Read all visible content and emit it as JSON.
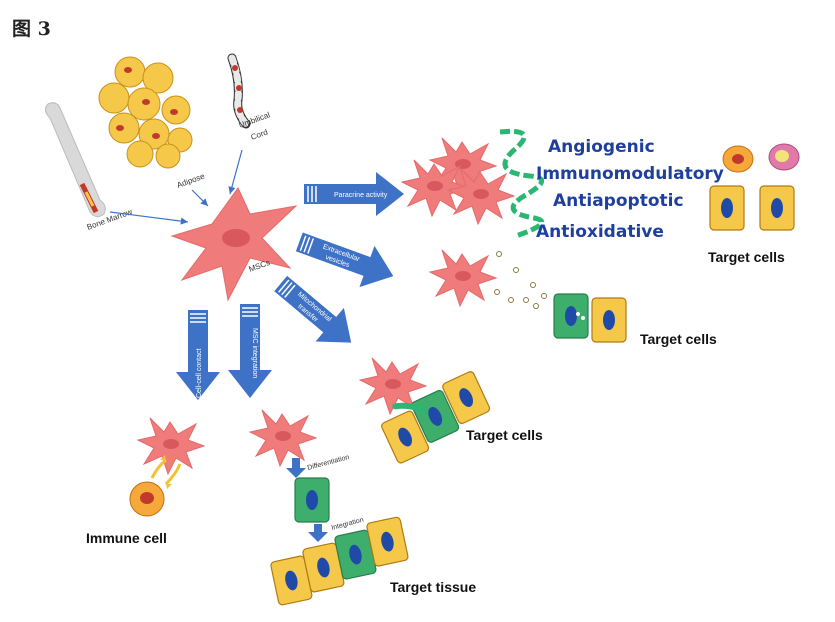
{
  "figure_label": "图 3",
  "sources": {
    "bone_marrow": "Bone Marrow",
    "adipose": "Adipose",
    "umbilical_line1": "Umbilical",
    "umbilical_line2": "Cord"
  },
  "center": "MSCs",
  "mechanisms": {
    "paracrine": "Paracrine activity",
    "vesicles_line1": "Extracellular",
    "vesicles_line2": "vesicles",
    "mito_line1": "Mitochondrial",
    "mito_line2": "transfer",
    "contact": "Cell-cell contact",
    "integration": "MSC integration"
  },
  "effects": [
    "Angiogenic",
    "Immunomodulatory",
    "Antiapoptotic",
    "Antioxidative"
  ],
  "targets": {
    "top": "Target cells",
    "middle": "Target cells",
    "mito": "Target cells",
    "immune": "Immune cell",
    "tissue": "Target tissue"
  },
  "steps": {
    "differentiation": "Differentiation",
    "integration": "Integration"
  },
  "colors": {
    "msc": "#ef7b7b",
    "arrow": "#3d72c6",
    "yellow_cell": "#f6c84a",
    "green_cell": "#3dae6c",
    "nucleus": "#1f4aa8",
    "effect_text": "#1f3f9e",
    "ribbon": "#2bb673"
  }
}
